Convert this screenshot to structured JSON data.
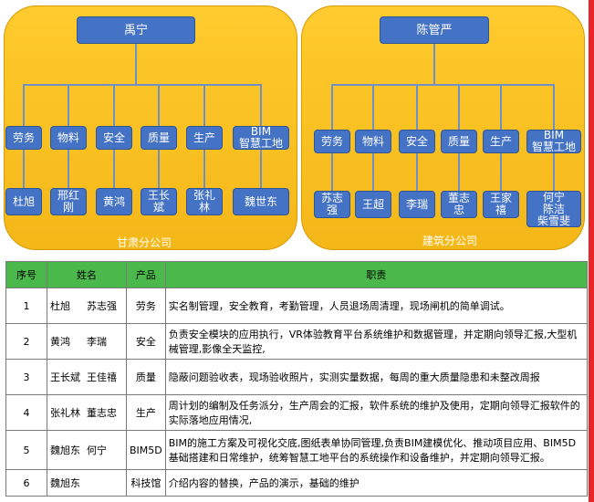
{
  "org": {
    "left": {
      "head": "禹宁",
      "branch": "甘肃分公司",
      "roles": [
        "劳务",
        "物料",
        "安全",
        "质量",
        "生产",
        "BIM\n智慧工地"
      ],
      "staff": [
        "杜旭",
        "邢红\n刚",
        "黄鸿",
        "王长\n斌",
        "张礼\n林",
        "魏世东"
      ]
    },
    "right": {
      "head": "陈管严",
      "branch": "建筑分公司",
      "roles": [
        "劳务",
        "物料",
        "安全",
        "质量",
        "生产",
        "BIM\n智慧工地"
      ],
      "staff": [
        "苏志\n强",
        "王超",
        "李瑞",
        "董志\n忠",
        "王家\n禧",
        "何宁\n陈洁\n柴雪斐"
      ]
    }
  },
  "table": {
    "headers": [
      "序号",
      "姓名",
      "产品",
      "职责"
    ],
    "rows": [
      {
        "no": "1",
        "name1": "杜旭",
        "name2": "苏志强",
        "product": "劳务",
        "duty": "实名制管理，安全教育，考勤管理，人员退场周清理，现场闸机的简单调试。"
      },
      {
        "no": "2",
        "name1": "黄鸿",
        "name2": "李瑞",
        "product": "安全",
        "duty": "负责安全模块的应用执行，VR体验教育平台系统维护和数据管理，并定期向领导汇报,大型机械管理,影像全天监控,"
      },
      {
        "no": "3",
        "name1": "王长斌",
        "name2": "王佳禧",
        "product": "质量",
        "duty": "隐蔽问题验收表，现场验收照片，实测实量数据，每周的重大质量隐患和未整改周报"
      },
      {
        "no": "4",
        "name1": "张礼林",
        "name2": "董志忠",
        "product": "生产",
        "duty": "周计划的编制及任务派分，生产周会的汇报，软件系统的维护及使用，定期向领导汇报软件的实际落地应用情况,"
      },
      {
        "no": "5",
        "name1": "魏旭东",
        "name2": "何宁",
        "product": "BIM5D",
        "duty": "BIM的施工方案及可视化交底,图纸表单协同管理,负责BIM建模优化、推动项目应用、BIM5D基础搭建和日常维护，统筹智慧工地平台的系统操作和设备维护，并定期向领导汇报。"
      },
      {
        "no": "6",
        "name1": "魏旭东",
        "name2": "",
        "product": "科技馆",
        "duty": "介绍内容的替换，产品的演示，基础的维护"
      }
    ]
  }
}
